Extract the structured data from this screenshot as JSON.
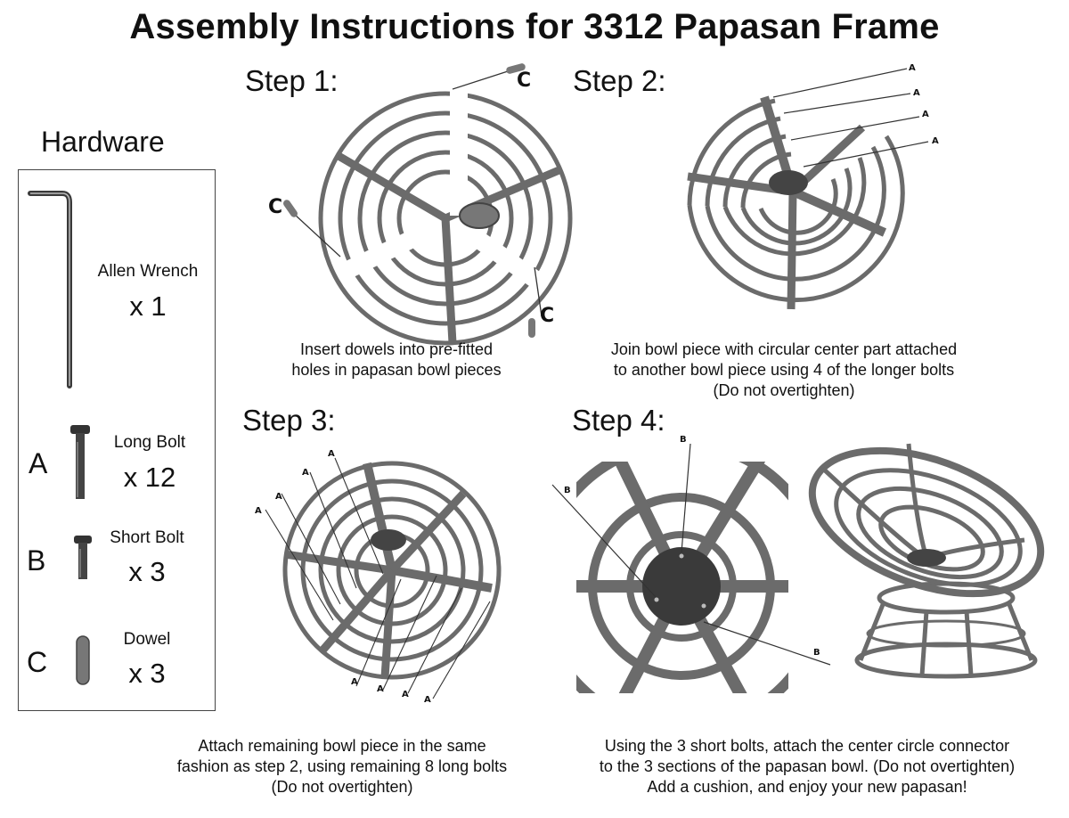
{
  "title": "Assembly Instructions for 3312 Papasan Frame",
  "hardware": {
    "heading": "Hardware",
    "items": [
      {
        "letter": "",
        "name": "Allen Wrench",
        "qty": "x 1",
        "icon": "allen-wrench-icon"
      },
      {
        "letter": "A",
        "name": "Long Bolt",
        "qty": "x 12",
        "icon": "long-bolt-icon"
      },
      {
        "letter": "B",
        "name": "Short Bolt",
        "qty": "x 3",
        "icon": "short-bolt-icon"
      },
      {
        "letter": "C",
        "name": "Dowel",
        "qty": "x 3",
        "icon": "dowel-icon"
      }
    ]
  },
  "steps": [
    {
      "title": "Step 1:",
      "caption": [
        "Insert dowels into pre-fitted",
        "holes in papasan bowl pieces"
      ],
      "callouts": [
        "C",
        "C",
        "C"
      ]
    },
    {
      "title": "Step 2:",
      "caption": [
        "Join bowl piece with circular center part attached",
        "to another bowl piece using 4 of the longer bolts",
        "(Do not overtighten)"
      ],
      "callouts": [
        "A",
        "A",
        "A",
        "A"
      ]
    },
    {
      "title": "Step 3:",
      "caption": [
        "Attach remaining bowl piece in the same",
        "fashion as step 2, using remaining 8 long bolts",
        "(Do not overtighten)"
      ],
      "callouts": [
        "A",
        "A",
        "A",
        "A",
        "A",
        "A",
        "A",
        "A"
      ]
    },
    {
      "title": "Step 4:",
      "caption": [
        "Using the 3 short bolts, attach the center circle connector",
        "to the 3 sections of the papasan bowl. (Do not overtighten)",
        "Add a cushion, and enjoy your new papasan!"
      ],
      "callouts": [
        "B",
        "B",
        "B"
      ]
    }
  ],
  "colors": {
    "rattan": "#6b6b6b",
    "rattan_dark": "#3a3a3a",
    "hub": "#444444"
  }
}
